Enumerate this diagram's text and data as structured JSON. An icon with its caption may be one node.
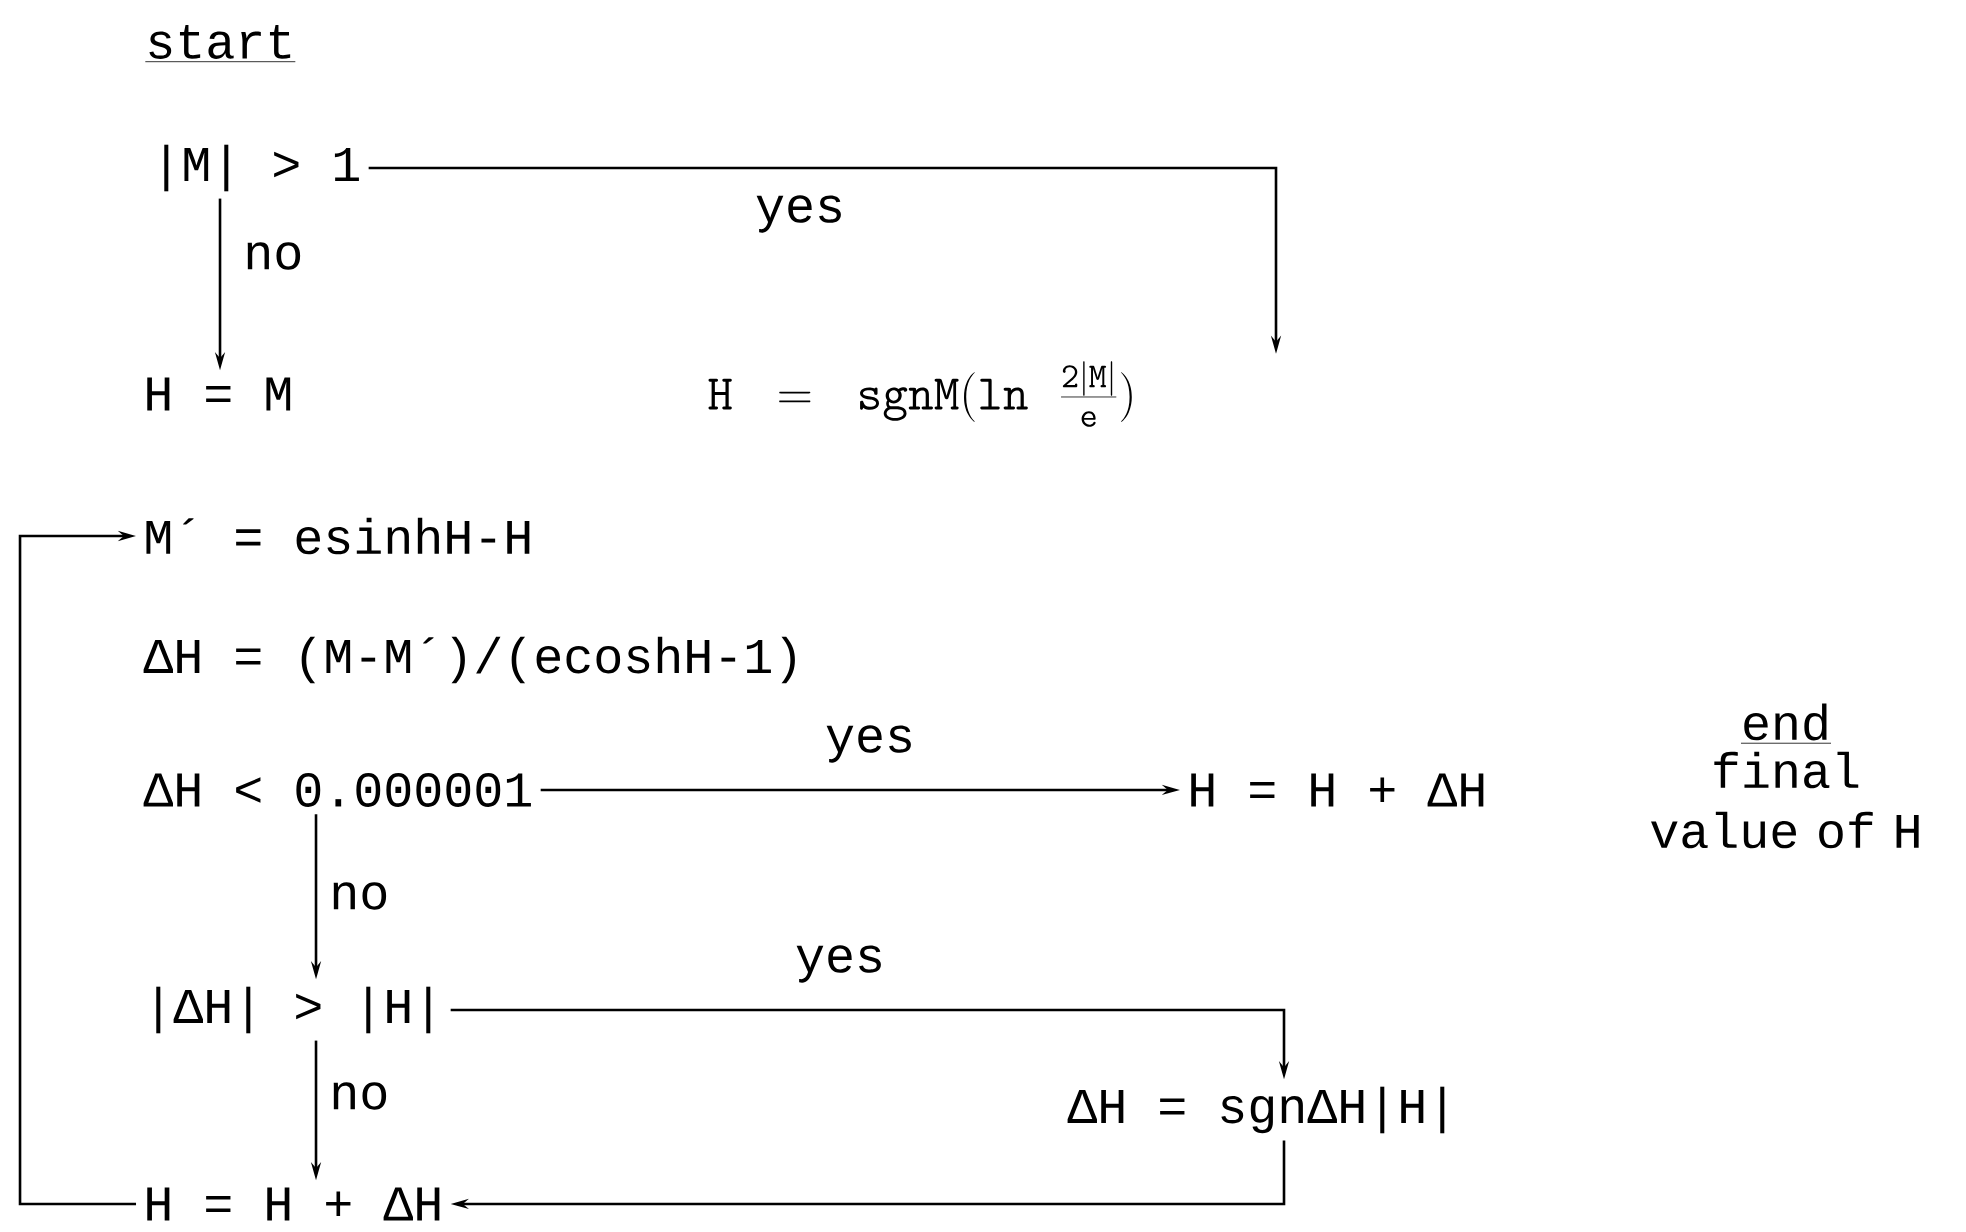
{
  "diagram": {
    "nodes": [
      {
        "text": [
          "|M| > 1"
        ]
      },
      {
        "text": [
          "H = M"
        ]
      },
      {
        "text": [
          "\\mathtt{H}\\ =\\ \\mathtt{sgnM(ln}\\ \\frac{\\mathtt{2|M|}}{\\mathtt{e}}\\mathtt{)}"
        ]
      },
      {
        "text": [
          "M´ = esinhH-H"
        ]
      },
      {
        "text": [
          "ΔH = (M-M´)/(ecoshH-1)"
        ]
      },
      {
        "text": [
          "ΔH < 0.000001"
        ]
      },
      {
        "text": [
          "H = H + ΔH"
        ]
      },
      {
        "text": [
          "|ΔH| > |H|"
        ]
      },
      {
        "text": [
          "ΔH = sgnΔH|H|"
        ]
      },
      {
        "text": [
          "H = H + ΔH"
        ]
      }
    ],
    "edges": [
      {
        "from": 0,
        "to": 1,
        "arrow": "to",
        "label": "no"
      },
      {
        "from": 0,
        "to": 2,
        "arrow": "to",
        "label": "yes"
      },
      {
        "from": 5,
        "to": 6,
        "arrow": "to",
        "label": "yes"
      },
      {
        "from": 5,
        "to": 7,
        "arrow": "to",
        "label": "no"
      },
      {
        "from": 7,
        "to": 8,
        "arrow": "to",
        "label": "yes"
      },
      {
        "from": 7,
        "to": 9,
        "arrow": "to",
        "label": "no"
      },
      {
        "from": 8,
        "to": 9,
        "arrow": "to"
      },
      {
        "from": 9,
        "to": 3,
        "arrow": "to"
      }
    ],
    "labels": [
      "start",
      "end",
      "final value of H"
    ]
  }
}
